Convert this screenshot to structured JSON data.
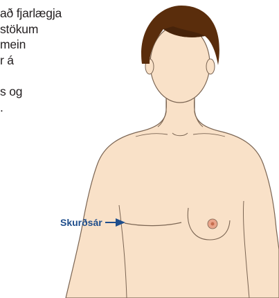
{
  "text_lines": [
    "að fjarlægja",
    "stökum",
    "mein",
    "r á",
    "",
    "s og",
    "."
  ],
  "incision_label": "Skurðsár",
  "colors": {
    "skin": "#f9e1c8",
    "skin_outline": "#7a6452",
    "hair": "#5a2d0c",
    "hair_dark": "#47230a",
    "label_and_arrow": "#1f4e8c",
    "nipple": "#e9a48a",
    "text": "#231f20"
  }
}
